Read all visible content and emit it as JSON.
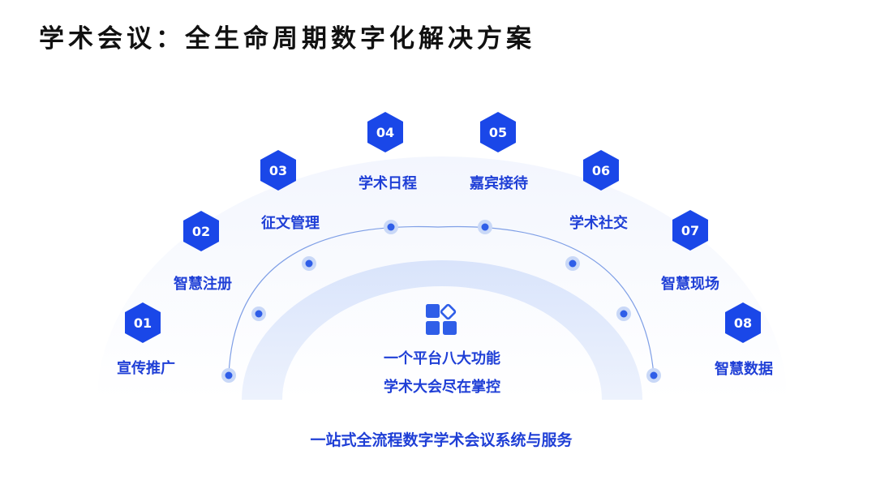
{
  "title": "学术会议：全生命周期数字化解决方案",
  "center": {
    "icon": "app-grid-icon",
    "line1": "一个平台八大功能",
    "line2": "学术大会尽在掌控"
  },
  "footer": "一站式全流程数字学术会议系统与服务",
  "colors": {
    "accent": "#1a47e8",
    "label": "#1f3fd6",
    "arc_light": "#eef3fd",
    "arc_inner": "#dbe6fb"
  },
  "steps": [
    {
      "num": "01",
      "label": "宣传推广"
    },
    {
      "num": "02",
      "label": "智慧注册"
    },
    {
      "num": "03",
      "label": "征文管理"
    },
    {
      "num": "04",
      "label": "学术日程"
    },
    {
      "num": "05",
      "label": "嘉宾接待"
    },
    {
      "num": "06",
      "label": "学术社交"
    },
    {
      "num": "07",
      "label": "智慧现场"
    },
    {
      "num": "08",
      "label": "智慧数据"
    }
  ]
}
